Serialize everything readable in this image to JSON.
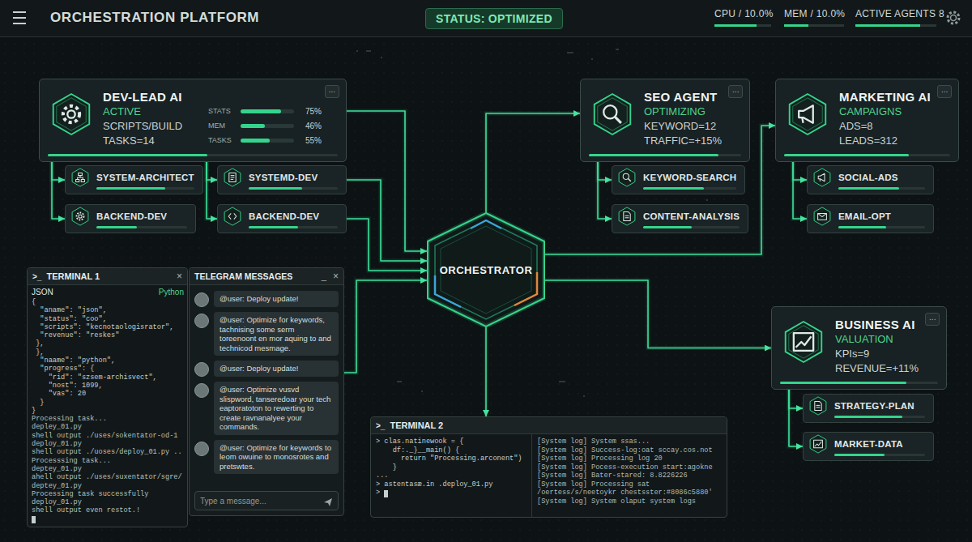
{
  "diagram": {
    "title": "ORCHESTRATION PLATFORM",
    "nodes": [
      {
        "text": [
          "STATUS: OPTIMIZED"
        ]
      },
      {
        "text": [
          "DEV-LEAD AI",
          "...",
          "ACTIVE",
          "SCRIPTS/BUILD",
          "TASKS=14",
          "STATS",
          "75%",
          "MEM",
          "46%",
          "TASKS",
          "55%"
        ]
      },
      {
        "text": [
          "SYSTEM-ARCHITECT"
        ]
      },
      {
        "text": [
          "SYSTEMD-DEV"
        ]
      },
      {
        "text": [
          "BACKEND-DEV"
        ]
      },
      {
        "text": [
          "BACKEND-DEV"
        ]
      },
      {
        "text": [
          "SEO AGENT",
          "...",
          "OPTIMIZING",
          "KEYWORD=12",
          "TRAFFIC=+15%"
        ]
      },
      {
        "text": [
          "MARKETING AI",
          "...",
          "CAMPAIGNS",
          "ADS=8",
          "LEADS=312"
        ]
      },
      {
        "text": [
          "KEYWORD-SEARCH"
        ]
      },
      {
        "text": [
          "CONTENT-ANALYSIS"
        ]
      },
      {
        "text": [
          "SOCIAL-ADS"
        ]
      },
      {
        "text": [
          "EMAIL-OPT"
        ]
      },
      {
        "text": [
          "ORCHESTRATOR"
        ]
      },
      {
        "text": [
          ">_",
          "TERMINAL 1",
          "×",
          "JSON",
          "Python",
          "{",
          "  \"aname\": \"json\",",
          "  \"status\": \"coo\",",
          "  \"scripts\": \"kecnotaologisrator\",",
          "  \"revenue\": \"reskes\"",
          " },",
          " },",
          "  \"naame\": \"python\",",
          "  \"progress\": {",
          "    \"rid\": \"szsem-archisvect\",",
          "    \"nost\": 1099,",
          "    \"vas\": 20",
          "  }",
          "}",
          "Processing task...",
          "depley_01.py",
          "shell output ./uses/sokentator-od-1",
          "deploy_01.py",
          "shell output ./uoses/deploy_01.py ..",
          "Processsing task...",
          "deptey_01.py",
          "ahell output ./uses/suxentator/sgre/",
          "deptey_01.py",
          "Processing task successfully",
          "deploy_01.py",
          "shell output even restot.!"
        ]
      },
      {
        "text": [
          "TELEGRAM MESSAGES",
          "_",
          "×"
        ]
      },
      {
        "text": [
          "@user: Deploy update!"
        ],
        "in": 14
      },
      {
        "text": [
          "@user: Optimize for keywords, tachnising some serm toreenoont en mor aquing to and technicod mesmage."
        ],
        "in": 14
      },
      {
        "text": [
          "@user: Deploy update!"
        ],
        "in": 14
      },
      {
        "text": [
          "@user: Optimize vusvd slispword, tanseredoar your tech eaptoratoton to rewerting to create ravnanalyee your commands."
        ],
        "in": 14
      },
      {
        "text": [
          "@user: Optimize for keywords to leom owuine to monosrotes and pretswtes."
        ],
        "in": 14
      },
      {
        "text": [
          "Type a message..."
        ],
        "in": 14
      },
      {
        "text": [
          "BUSINESS AI",
          "...",
          "VALUATION",
          "KPIs=9",
          "REVENUE=+11%"
        ]
      },
      {
        "text": [
          "STRATEGY-PLAN"
        ]
      },
      {
        "text": [
          "MARKET-DATA"
        ]
      },
      {
        "text": [
          ">_",
          "TERMINAL 2",
          "> clas.natinewook = {",
          "    df:._}__main() {",
          "      return \"Processing.arconent\")",
          "    }",
          "...",
          "> astentasæ.in .deploy_01.py",
          ">",
          "[System log] System ssas...",
          "[System log] Success-log:oat sccay.cos.not",
          "[System log] Processing log 20",
          "[System log] Pocess-execution start:agokne",
          "[System log] Bater-stared: 8.8226226",
          "[System log] Processing sat /oertess/s/neetoykr chestsster:#8086c5880'",
          "[System log] System olaput system logs"
        ]
      }
    ],
    "edges": [
      {
        "from": 1,
        "to": 2,
        "arrow": "to"
      },
      {
        "from": 1,
        "to": 4,
        "arrow": "to"
      },
      {
        "from": 1,
        "to": 3,
        "arrow": "to"
      },
      {
        "from": 1,
        "to": 5,
        "arrow": "to"
      },
      {
        "from": 1,
        "to": 12,
        "arrow": "to"
      },
      {
        "from": 3,
        "to": 12,
        "arrow": "to"
      },
      {
        "from": 5,
        "to": 12,
        "arrow": "to"
      },
      {
        "from": 14,
        "to": 12,
        "arrow": "to"
      },
      {
        "from": 12,
        "to": 6,
        "arrow": "to"
      },
      {
        "from": 12,
        "to": 7,
        "arrow": "to"
      },
      {
        "from": 12,
        "to": 21,
        "arrow": "to"
      },
      {
        "from": 12,
        "to": 24,
        "arrow": "to"
      },
      {
        "from": 6,
        "to": 8,
        "arrow": "to"
      },
      {
        "from": 6,
        "to": 9,
        "arrow": "to"
      },
      {
        "from": 7,
        "to": 10,
        "arrow": "to"
      },
      {
        "from": 7,
        "to": 11,
        "arrow": "to"
      },
      {
        "from": 21,
        "to": 22,
        "arrow": "to"
      },
      {
        "from": 21,
        "to": 23,
        "arrow": "to"
      }
    ],
    "labels": [
      "CPU / 10.0%",
      "MEM / 10.0%",
      "ACTIVE AGENTS 8"
    ]
  }
}
